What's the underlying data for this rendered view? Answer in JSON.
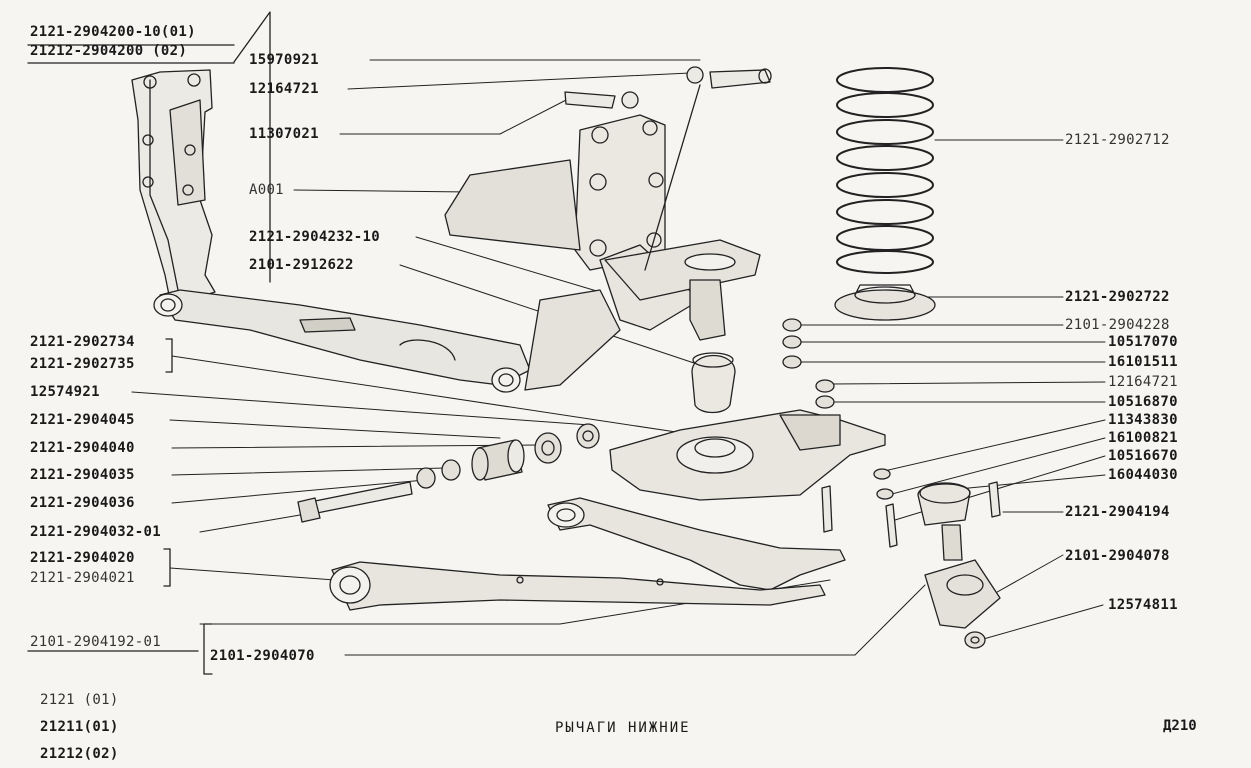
{
  "header": {
    "main_part_1": "2121-2904200-10(01)",
    "main_part_2": "21212-2904200  (02)"
  },
  "left_labels": {
    "l1": "2121-2902734",
    "l2": "2121-2902735",
    "l3": "12574921",
    "l4": "2121-2904045",
    "l5": "2121-2904040",
    "l6": "2121-2904035",
    "l7": "2121-2904036",
    "l8": "2121-2904032-01",
    "l9": "2121-2904020",
    "l10": "2121-2904021",
    "l11": "2101-2904192-01",
    "l12": "2101-2904070"
  },
  "top_labels": {
    "t1": "15970921",
    "t2": "12164721",
    "t3": "11307021",
    "t4": "A001",
    "t5": "2121-2904232-10",
    "t6": "2101-2912622"
  },
  "right_labels": {
    "r1": "2121-2902712",
    "r2": "2121-2902722",
    "r3": "2101-2904228",
    "r4": "10517070",
    "r5": "16101511",
    "r6": "12164721",
    "r7": "10516870",
    "r8": "11343830",
    "r9": "16100821",
    "r10": "10516670",
    "r11": "16044030",
    "r12": "2121-2904194",
    "r13": "2101-2904078",
    "r14": "12574811"
  },
  "footer": {
    "model_1": "2121 (01)",
    "model_2": "21211(01)",
    "model_3": "21212(02)",
    "title": "РЫЧАГИ НИЖНИЕ",
    "page": "Д210"
  }
}
